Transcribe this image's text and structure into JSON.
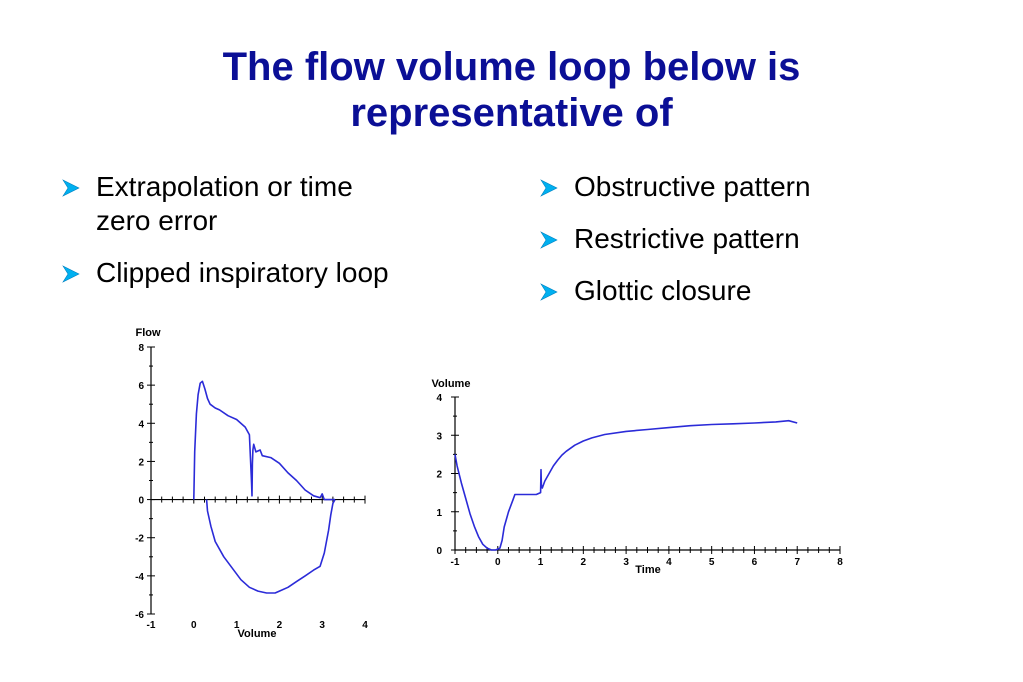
{
  "slide": {
    "title_line1": "The flow volume loop below is",
    "title_line2": "representative of"
  },
  "left_options": [
    {
      "label_line1": "Extrapolation or time",
      "label_line2": "zero error"
    },
    {
      "label_line1": "Clipped inspiratory loop",
      "label_line2": ""
    }
  ],
  "right_options": [
    {
      "label": "Obstructive pattern"
    },
    {
      "label": "Restrictive pattern"
    },
    {
      "label": "Glottic closure"
    }
  ],
  "colors": {
    "title": "#0b0f96",
    "curve": "#2b2bd8",
    "bullet_arrow": "#00b0f0",
    "axis": "#000000"
  },
  "chart_data": [
    {
      "type": "line",
      "xlabel": "Volume",
      "ylabel": "Flow",
      "xlim": [
        -1,
        4
      ],
      "ylim": [
        -6,
        8
      ],
      "xticks": [
        -1,
        0,
        1,
        2,
        3,
        4
      ],
      "yticks": [
        8,
        6,
        4,
        2,
        0,
        -2,
        -4,
        -6
      ],
      "series": [
        {
          "x": [
            0.0,
            0.02,
            0.06,
            0.1,
            0.15,
            0.2,
            0.26,
            0.32,
            0.38,
            0.5,
            0.6,
            0.8,
            1.0,
            1.2,
            1.3,
            1.34,
            1.35,
            1.36,
            1.37,
            1.38,
            1.4,
            1.45,
            1.55,
            1.6,
            1.8,
            2.0,
            2.2,
            2.4,
            2.6,
            2.8,
            2.95,
            3.0,
            3.05,
            3.15,
            3.25,
            3.3
          ],
          "y": [
            0,
            2.5,
            4.5,
            5.5,
            6.1,
            6.2,
            5.8,
            5.3,
            5.0,
            4.8,
            4.7,
            4.4,
            4.2,
            3.8,
            3.4,
            1.3,
            0.8,
            0.2,
            1.9,
            2.6,
            2.9,
            2.5,
            2.6,
            2.3,
            2.2,
            1.9,
            1.4,
            1.0,
            0.5,
            0.2,
            0.1,
            0.3,
            0,
            0,
            0,
            0
          ]
        },
        {
          "x": [
            0.3,
            0.32,
            0.4,
            0.5,
            0.7,
            0.9,
            1.1,
            1.3,
            1.5,
            1.7,
            1.9,
            2.0,
            2.2,
            2.4,
            2.6,
            2.8,
            2.95,
            3.05,
            3.15,
            3.2,
            3.25,
            3.3
          ],
          "y": [
            0,
            -0.6,
            -1.4,
            -2.2,
            -3.0,
            -3.6,
            -4.2,
            -4.6,
            -4.8,
            -4.9,
            -4.9,
            -4.8,
            -4.6,
            -4.3,
            -4.0,
            -3.7,
            -3.5,
            -2.8,
            -1.6,
            -0.8,
            -0.2,
            0
          ]
        }
      ]
    },
    {
      "type": "line",
      "xlabel": "Time",
      "ylabel": "Volume",
      "xlim": [
        -1,
        8
      ],
      "ylim": [
        0,
        4
      ],
      "xticks": [
        -1,
        0,
        1,
        2,
        3,
        4,
        5,
        6,
        7,
        8
      ],
      "yticks": [
        4,
        3,
        2,
        1,
        0
      ],
      "series": [
        {
          "x": [
            -1.0,
            -0.95,
            -0.85,
            -0.75,
            -0.65,
            -0.55,
            -0.45,
            -0.35,
            -0.25,
            -0.15,
            -0.05,
            0.05,
            0.1,
            0.15,
            0.25,
            0.35,
            0.4,
            0.5,
            0.7,
            0.9,
            1.0,
            1.01,
            1.02,
            1.04,
            1.1,
            1.2,
            1.3,
            1.4,
            1.5,
            1.6,
            1.8,
            2.0,
            2.2,
            2.5,
            3.0,
            3.5,
            4.0,
            4.5,
            5.0,
            5.5,
            6.0,
            6.5,
            6.8,
            7.0
          ],
          "y": [
            2.5,
            2.2,
            1.75,
            1.35,
            0.95,
            0.62,
            0.35,
            0.15,
            0.05,
            0.0,
            0.0,
            0.05,
            0.25,
            0.6,
            1.0,
            1.3,
            1.45,
            1.45,
            1.45,
            1.45,
            1.5,
            2.1,
            1.7,
            1.62,
            1.8,
            2.0,
            2.2,
            2.35,
            2.48,
            2.58,
            2.74,
            2.85,
            2.93,
            3.02,
            3.1,
            3.15,
            3.2,
            3.25,
            3.28,
            3.3,
            3.32,
            3.35,
            3.38,
            3.32
          ]
        }
      ]
    }
  ]
}
